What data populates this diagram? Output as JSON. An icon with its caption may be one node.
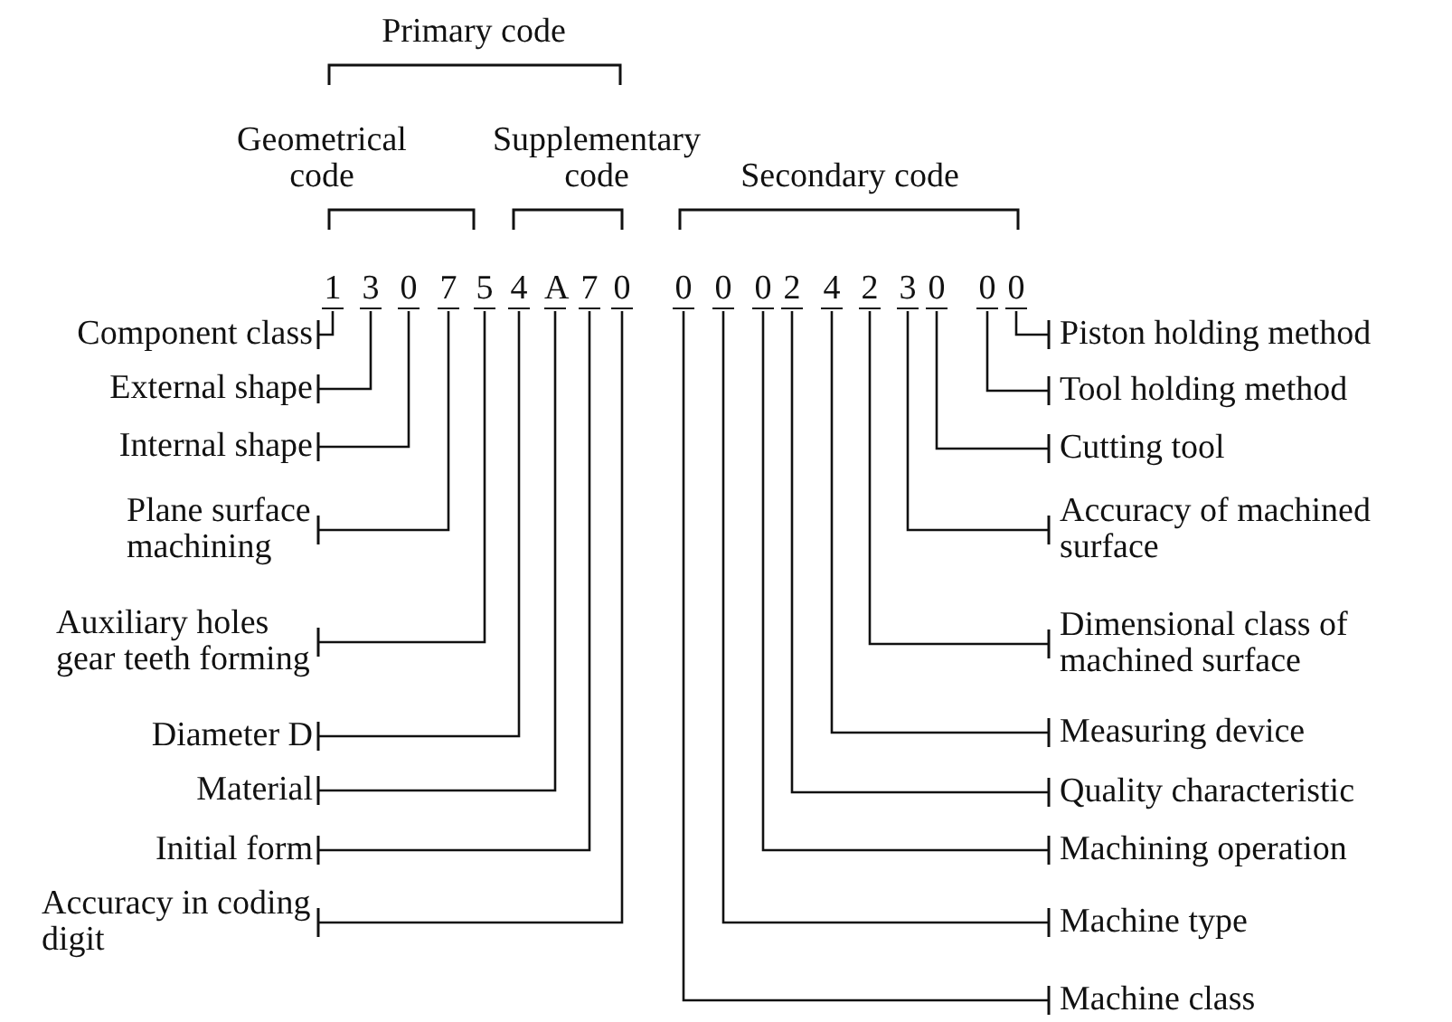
{
  "diagram": {
    "nodes": [
      {
        "text": [
          "1"
        ]
      },
      {
        "text": [
          "3"
        ]
      },
      {
        "text": [
          "0"
        ]
      },
      {
        "text": [
          "7"
        ]
      },
      {
        "text": [
          "5"
        ]
      },
      {
        "text": [
          "4"
        ]
      },
      {
        "text": [
          "A"
        ]
      },
      {
        "text": [
          "7"
        ]
      },
      {
        "text": [
          "0"
        ]
      },
      {
        "text": [
          "0"
        ]
      },
      {
        "text": [
          "0"
        ]
      },
      {
        "text": [
          "0"
        ]
      },
      {
        "text": [
          "2"
        ]
      },
      {
        "text": [
          "4"
        ]
      },
      {
        "text": [
          "2"
        ]
      },
      {
        "text": [
          "3"
        ]
      },
      {
        "text": [
          "0"
        ]
      },
      {
        "text": [
          "0"
        ]
      },
      {
        "text": [
          "0"
        ]
      },
      {
        "text": [
          "Component class"
        ]
      },
      {
        "text": [
          "External shape"
        ]
      },
      {
        "text": [
          "Internal shape"
        ]
      },
      {
        "text": [
          "Plane surface machining"
        ]
      },
      {
        "text": [
          "Auxiliary holes gear teeth forming"
        ]
      },
      {
        "text": [
          "Diameter D"
        ]
      },
      {
        "text": [
          "Material"
        ]
      },
      {
        "text": [
          "Initial form"
        ]
      },
      {
        "text": [
          "Accuracy in coding digit"
        ]
      },
      {
        "text": [
          "Piston holding method"
        ]
      },
      {
        "text": [
          "Tool holding method"
        ]
      },
      {
        "text": [
          "Cutting tool"
        ]
      },
      {
        "text": [
          "Accuracy of machined surface"
        ]
      },
      {
        "text": [
          "Dimensional class of machined surface"
        ]
      },
      {
        "text": [
          "Measuring device"
        ]
      },
      {
        "text": [
          "Quality characteristic"
        ]
      },
      {
        "text": [
          "Machining operation"
        ]
      },
      {
        "text": [
          "Machine type"
        ]
      },
      {
        "text": [
          "Machine class"
        ]
      }
    ],
    "edges": [
      {
        "from": 19,
        "to": 0,
        "arrow": "other"
      },
      {
        "from": 20,
        "to": 1,
        "arrow": "other"
      },
      {
        "from": 21,
        "to": 2,
        "arrow": "other"
      },
      {
        "from": 22,
        "to": 3,
        "arrow": "other"
      },
      {
        "from": 23,
        "to": 4,
        "arrow": "other"
      },
      {
        "from": 24,
        "to": 5,
        "arrow": "other"
      },
      {
        "from": 25,
        "to": 6,
        "arrow": "other"
      },
      {
        "from": 26,
        "to": 7,
        "arrow": "other"
      },
      {
        "from": 27,
        "to": 8,
        "arrow": "other"
      },
      {
        "from": 28,
        "to": 18,
        "arrow": "other"
      },
      {
        "from": 29,
        "to": 17,
        "arrow": "other"
      },
      {
        "from": 30,
        "to": 16,
        "arrow": "other"
      },
      {
        "from": 31,
        "to": 15,
        "arrow": "other"
      },
      {
        "from": 32,
        "to": 14,
        "arrow": "other"
      },
      {
        "from": 33,
        "to": 13,
        "arrow": "other"
      },
      {
        "from": 34,
        "to": 12,
        "arrow": "other"
      },
      {
        "from": 35,
        "to": 11,
        "arrow": "other"
      },
      {
        "from": 36,
        "to": 10,
        "arrow": "other"
      },
      {
        "from": 37,
        "to": 9,
        "arrow": "other"
      }
    ],
    "labels": [
      "Primary code",
      "Geometrical code",
      "Supplementary code",
      "Secondary code"
    ]
  }
}
